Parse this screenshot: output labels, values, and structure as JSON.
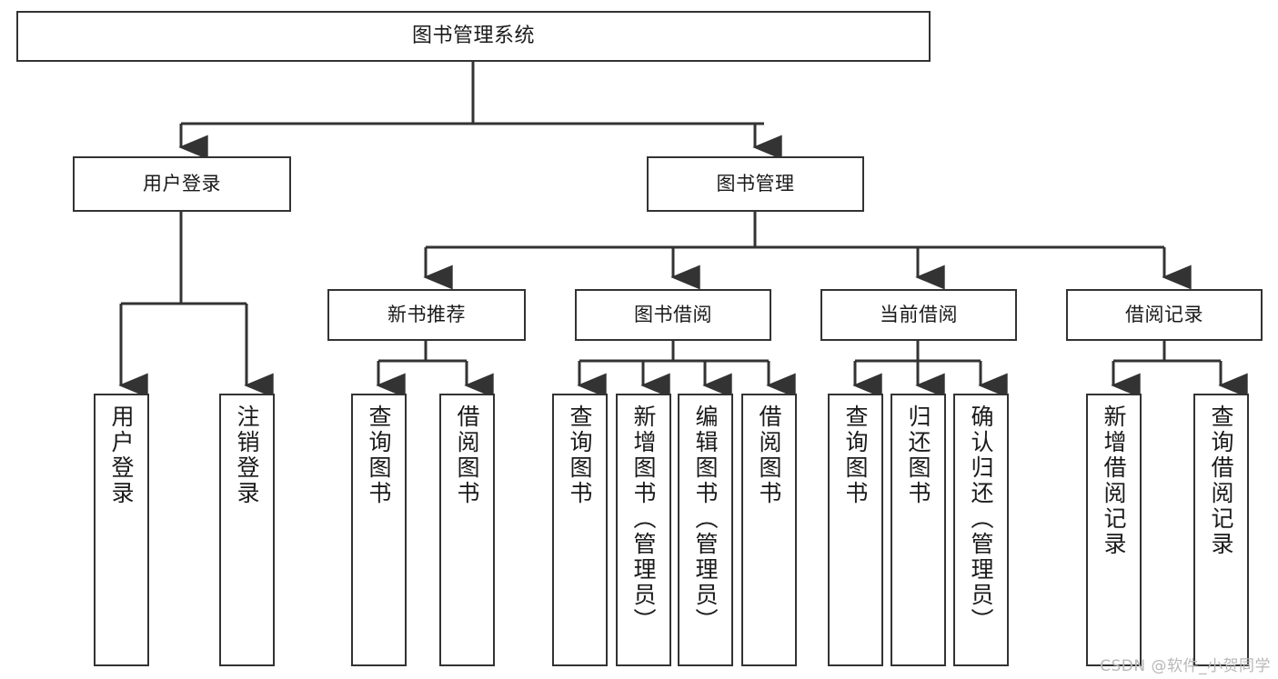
{
  "diagram": {
    "title": "图书管理系统",
    "watermark": "CSDN @软件_小贺同学",
    "colors": {
      "box_border": "#333333",
      "box_fill": "#ffffff",
      "edge": "#333333",
      "text": "#1a1a1a",
      "watermark": "#b8b8b8",
      "background": "#ffffff"
    },
    "nodes": {
      "root": {
        "label": "图书管理系统"
      },
      "tier2": [
        {
          "label": "用户登录"
        },
        {
          "label": "图书管理"
        }
      ],
      "tier3": [
        {
          "label": "新书推荐"
        },
        {
          "label": "图书借阅"
        },
        {
          "label": "当前借阅"
        },
        {
          "label": "借阅记录"
        }
      ],
      "leaves": [
        {
          "label": "用户登录",
          "parent": "用户登录"
        },
        {
          "label": "注销登录",
          "parent": "用户登录"
        },
        {
          "label": "查询图书",
          "parent": "新书推荐"
        },
        {
          "label": "借阅图书",
          "parent": "新书推荐"
        },
        {
          "label": "查询图书",
          "parent": "图书借阅"
        },
        {
          "label": "新增图书（管理员）",
          "parent": "图书借阅"
        },
        {
          "label": "编辑图书（管理员）",
          "parent": "图书借阅"
        },
        {
          "label": "借阅图书",
          "parent": "图书借阅"
        },
        {
          "label": "查询图书",
          "parent": "当前借阅"
        },
        {
          "label": "归还图书",
          "parent": "当前借阅"
        },
        {
          "label": "确认归还（管理员）",
          "parent": "当前借阅"
        },
        {
          "label": "新增借阅记录",
          "parent": "借阅记录"
        },
        {
          "label": "查询借阅记录",
          "parent": "借阅记录"
        }
      ]
    }
  }
}
